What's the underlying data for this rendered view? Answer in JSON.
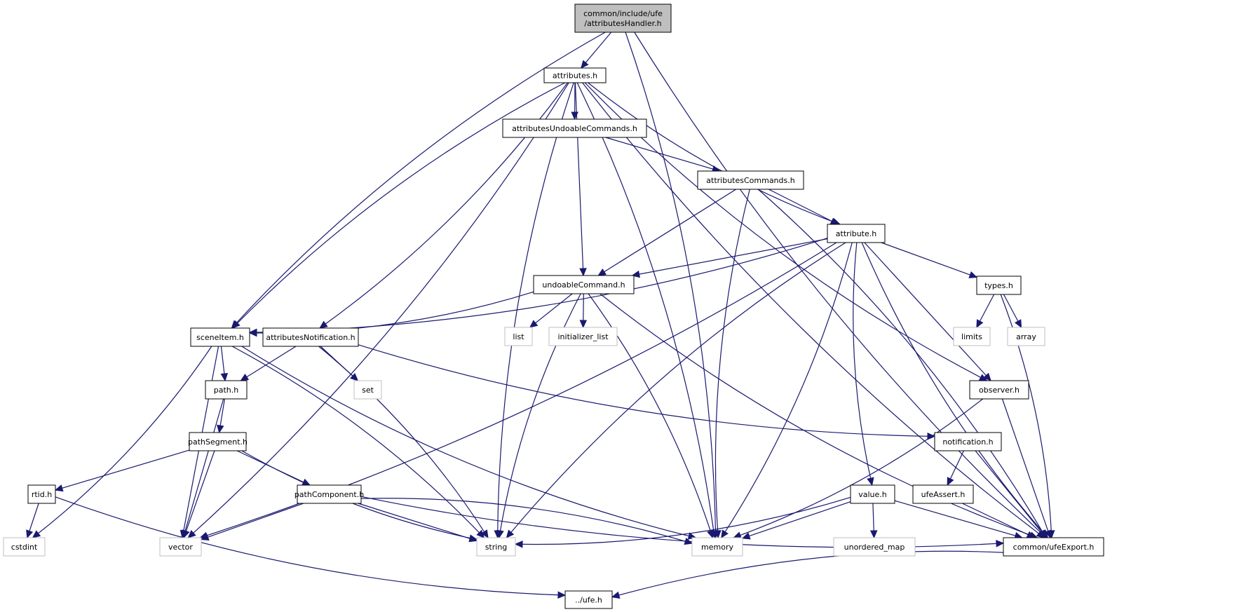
{
  "title": "common/include/ufe/attributesHandler.h include dependency graph",
  "colors": {
    "edge": "#191970",
    "root_fill": "#bfbfbf",
    "node_fill": "#ffffff",
    "node_border": "#000000",
    "external_border": "#bfbfbf"
  },
  "nodes": [
    {
      "id": "attributesHandler",
      "label": [
        "common/include/ufe",
        "/attributesHandler.h"
      ],
      "kind": "root"
    },
    {
      "id": "attributes",
      "label": [
        "attributes.h"
      ],
      "kind": "local"
    },
    {
      "id": "attributesUndoableCommands",
      "label": [
        "attributesUndoableCommands.h"
      ],
      "kind": "local"
    },
    {
      "id": "attributesCommands",
      "label": [
        "attributesCommands.h"
      ],
      "kind": "local"
    },
    {
      "id": "attribute",
      "label": [
        "attribute.h"
      ],
      "kind": "local"
    },
    {
      "id": "undoableCommand",
      "label": [
        "undoableCommand.h"
      ],
      "kind": "local"
    },
    {
      "id": "types",
      "label": [
        "types.h"
      ],
      "kind": "local"
    },
    {
      "id": "sceneItem",
      "label": [
        "sceneItem.h"
      ],
      "kind": "local"
    },
    {
      "id": "attributesNotification",
      "label": [
        "attributesNotification.h"
      ],
      "kind": "local"
    },
    {
      "id": "list",
      "label": [
        "list"
      ],
      "kind": "external"
    },
    {
      "id": "initializer_list",
      "label": [
        "initializer_list"
      ],
      "kind": "external"
    },
    {
      "id": "limits",
      "label": [
        "limits"
      ],
      "kind": "external"
    },
    {
      "id": "array",
      "label": [
        "array"
      ],
      "kind": "external"
    },
    {
      "id": "set",
      "label": [
        "set"
      ],
      "kind": "external"
    },
    {
      "id": "path",
      "label": [
        "path.h"
      ],
      "kind": "local"
    },
    {
      "id": "observer",
      "label": [
        "observer.h"
      ],
      "kind": "local"
    },
    {
      "id": "pathSegment",
      "label": [
        "pathSegment.h"
      ],
      "kind": "local"
    },
    {
      "id": "notification",
      "label": [
        "notification.h"
      ],
      "kind": "local"
    },
    {
      "id": "rtid",
      "label": [
        "rtid.h"
      ],
      "kind": "local"
    },
    {
      "id": "pathComponent",
      "label": [
        "pathComponent.h"
      ],
      "kind": "local"
    },
    {
      "id": "value",
      "label": [
        "value.h"
      ],
      "kind": "local"
    },
    {
      "id": "ufeAssert",
      "label": [
        "ufeAssert.h"
      ],
      "kind": "local"
    },
    {
      "id": "cstdint",
      "label": [
        "cstdint"
      ],
      "kind": "external"
    },
    {
      "id": "vector",
      "label": [
        "vector"
      ],
      "kind": "external"
    },
    {
      "id": "string",
      "label": [
        "string"
      ],
      "kind": "external"
    },
    {
      "id": "memory",
      "label": [
        "memory"
      ],
      "kind": "external"
    },
    {
      "id": "unordered_map",
      "label": [
        "unordered_map"
      ],
      "kind": "external"
    },
    {
      "id": "ufeExport",
      "label": [
        "common/ufeExport.h"
      ],
      "kind": "local"
    },
    {
      "id": "ufe",
      "label": [
        "../ufe.h"
      ],
      "kind": "local"
    }
  ],
  "edges": [
    [
      "attributesHandler",
      "attributes"
    ],
    [
      "attributesHandler",
      "sceneItem"
    ],
    [
      "attributesHandler",
      "memory"
    ],
    [
      "attributesHandler",
      "ufeExport"
    ],
    [
      "attributes",
      "attributesUndoableCommands"
    ],
    [
      "attributes",
      "attribute"
    ],
    [
      "attributes",
      "undoableCommand"
    ],
    [
      "attributes",
      "sceneItem"
    ],
    [
      "attributes",
      "attributesNotification"
    ],
    [
      "attributes",
      "observer"
    ],
    [
      "attributes",
      "vector"
    ],
    [
      "attributes",
      "string"
    ],
    [
      "attributes",
      "memory"
    ],
    [
      "attributes",
      "ufeExport"
    ],
    [
      "attributesUndoableCommands",
      "attributesCommands"
    ],
    [
      "attributesCommands",
      "attribute"
    ],
    [
      "attributesCommands",
      "undoableCommand"
    ],
    [
      "attributesCommands",
      "memory"
    ],
    [
      "attributesCommands",
      "ufeExport"
    ],
    [
      "attribute",
      "undoableCommand"
    ],
    [
      "attribute",
      "sceneItem"
    ],
    [
      "attribute",
      "types"
    ],
    [
      "attribute",
      "observer"
    ],
    [
      "attribute",
      "value"
    ],
    [
      "attribute",
      "vector"
    ],
    [
      "attribute",
      "string"
    ],
    [
      "attribute",
      "memory"
    ],
    [
      "attribute",
      "ufeExport"
    ],
    [
      "undoableCommand",
      "sceneItem"
    ],
    [
      "undoableCommand",
      "list"
    ],
    [
      "undoableCommand",
      "initializer_list"
    ],
    [
      "undoableCommand",
      "string"
    ],
    [
      "undoableCommand",
      "memory"
    ],
    [
      "undoableCommand",
      "ufeExport"
    ],
    [
      "types",
      "limits"
    ],
    [
      "types",
      "array"
    ],
    [
      "types",
      "ufeExport"
    ],
    [
      "sceneItem",
      "path"
    ],
    [
      "sceneItem",
      "cstdint"
    ],
    [
      "sceneItem",
      "vector"
    ],
    [
      "sceneItem",
      "string"
    ],
    [
      "sceneItem",
      "memory"
    ],
    [
      "attributesNotification",
      "path"
    ],
    [
      "attributesNotification",
      "set"
    ],
    [
      "attributesNotification",
      "string"
    ],
    [
      "attributesNotification",
      "notification"
    ],
    [
      "path",
      "pathSegment"
    ],
    [
      "path",
      "vector"
    ],
    [
      "pathSegment",
      "rtid"
    ],
    [
      "pathSegment",
      "pathComponent"
    ],
    [
      "pathSegment",
      "vector"
    ],
    [
      "pathSegment",
      "string"
    ],
    [
      "observer",
      "memory"
    ],
    [
      "observer",
      "ufeExport"
    ],
    [
      "notification",
      "ufeAssert"
    ],
    [
      "notification",
      "ufeExport"
    ],
    [
      "rtid",
      "cstdint"
    ],
    [
      "rtid",
      "ufe"
    ],
    [
      "pathComponent",
      "vector"
    ],
    [
      "pathComponent",
      "string"
    ],
    [
      "pathComponent",
      "memory"
    ],
    [
      "pathComponent",
      "ufeExport"
    ],
    [
      "value",
      "string"
    ],
    [
      "value",
      "memory"
    ],
    [
      "value",
      "unordered_map"
    ],
    [
      "value",
      "ufeExport"
    ],
    [
      "ufeAssert",
      "ufeExport"
    ],
    [
      "ufeExport",
      "ufe"
    ]
  ]
}
